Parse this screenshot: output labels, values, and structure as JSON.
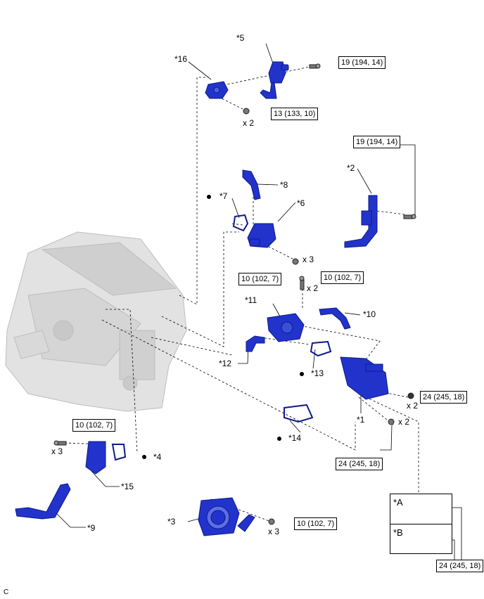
{
  "parts": {
    "p1": "*1",
    "p2": "*2",
    "p3": "*3",
    "p4": "*4",
    "p5": "*5",
    "p6": "*6",
    "p7": "*7",
    "p8": "*8",
    "p9": "*9",
    "p10": "*10",
    "p11": "*11",
    "p12": "*12",
    "p13": "*13",
    "p14": "*14",
    "p15": "*15",
    "p16": "*16"
  },
  "torque": {
    "t19a": "19 (194, 14)",
    "t13": "13 (133, 10)",
    "t19b": "19 (194, 14)",
    "t10a": "10 (102, 7)",
    "t10b": "10 (102, 7)",
    "t24a": "24 (245, 18)",
    "t24b": "24 (245, 18)",
    "t10c": "10 (102, 7)",
    "t10d": "10 (102, 7)",
    "t24c": "24 (245, 18)"
  },
  "qty": {
    "q1": "x 2",
    "q2": "x 3",
    "q3": "x 2",
    "q4": "x 2",
    "q5": "x 2",
    "q6": "x 3",
    "q7": "x 3"
  },
  "legend": {
    "a": "*A",
    "b": "*B"
  },
  "corner_code": "C",
  "colors": {
    "part_blue": "#2233cc",
    "engine_gray": "#d8d8d8",
    "line": "#000000"
  }
}
